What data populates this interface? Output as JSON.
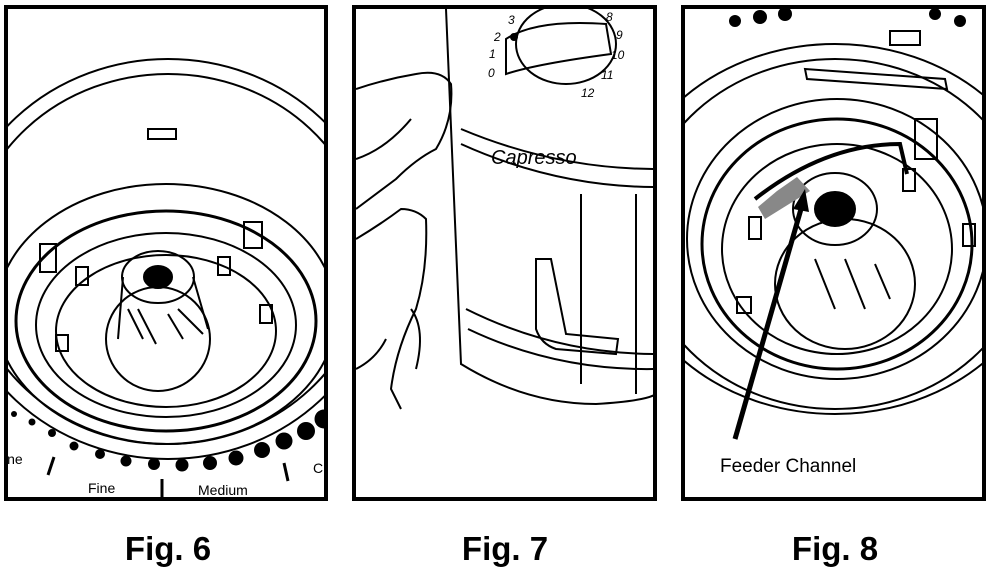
{
  "figures": [
    {
      "caption": "Fig. 6",
      "labels": {
        "fine_partial": "ine",
        "fine": "Fine",
        "medium": "Medium",
        "coarse_partial": "C"
      }
    },
    {
      "caption": "Fig. 7",
      "brand": "Capresso",
      "dial_numbers": [
        "3",
        "2",
        "1",
        "0",
        "8",
        "9",
        "10",
        "11",
        "12"
      ]
    },
    {
      "caption": "Fig. 8",
      "callout": "Feeder Channel"
    }
  ]
}
